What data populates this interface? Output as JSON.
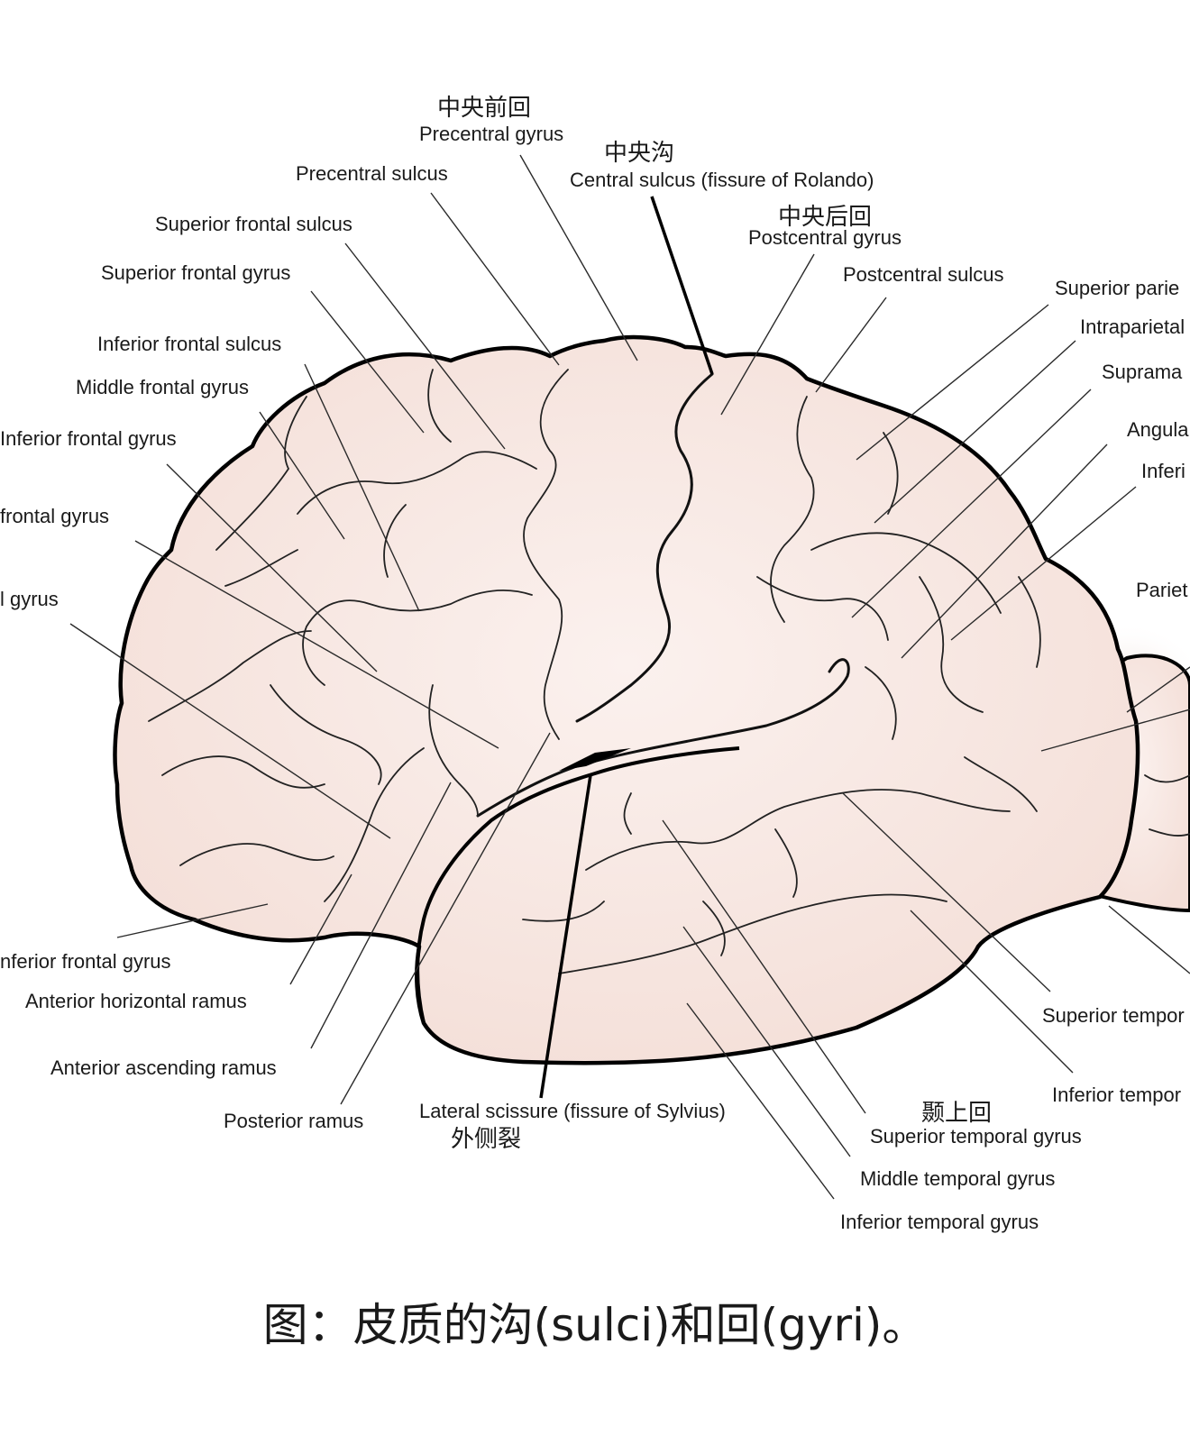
{
  "labels": {
    "precentral_gyrus_zh": "中央前回",
    "precentral_gyrus": "Precentral gyrus",
    "central_sulcus_zh": "中央沟",
    "central_sulcus": "Central sulcus (fissure of Rolando)",
    "postcentral_gyrus_zh": "中央后回",
    "postcentral_gyrus": "Postcentral gyrus",
    "postcentral_sulcus": "Postcentral sulcus",
    "precentral_sulcus": "Precentral sulcus",
    "superior_frontal_sulcus": "Superior frontal sulcus",
    "superior_frontal_gyrus": "Superior frontal gyrus",
    "inferior_frontal_sulcus": "Inferior frontal sulcus",
    "middle_frontal_gyrus": "Middle frontal gyrus",
    "inferior_frontal_gyrus_top": "Inferior frontal gyrus",
    "frontal_gyrus_cut": "frontal gyrus",
    "gyrus_cut": "l gyrus",
    "inferior_frontal_gyrus_bottom": "nferior frontal gyrus",
    "anterior_horizontal_ramus": "Anterior horizontal ramus",
    "anterior_ascending_ramus": "Anterior ascending ramus",
    "posterior_ramus": "Posterior ramus",
    "lateral_scissure": "Lateral scissure (fissure of Sylvius)",
    "lateral_scissure_zh": "外侧裂",
    "superior_temporal_gyrus_zh": "颞上回",
    "superior_temporal_gyrus": "Superior temporal gyrus",
    "middle_temporal_gyrus": "Middle temporal gyrus",
    "inferior_temporal_gyrus": "Inferior temporal gyrus",
    "superior_parietal_cut": "Superior parie",
    "intraparietal_cut": "Intraparietal",
    "supramarginal_cut": "Suprama",
    "angular_cut": "Angula",
    "inferior_cut": "Inferi",
    "parietal_cut": "Pariet",
    "superior_temporal_cut": "Superior tempor",
    "inferior_temporal_cut": "Inferior tempor"
  },
  "caption": "图：皮质的沟(sulci)和回(gyri)。",
  "colors": {
    "brain_fill": "#f7e8e3",
    "brain_outline": "#000000",
    "text": "#1a1a1a"
  }
}
